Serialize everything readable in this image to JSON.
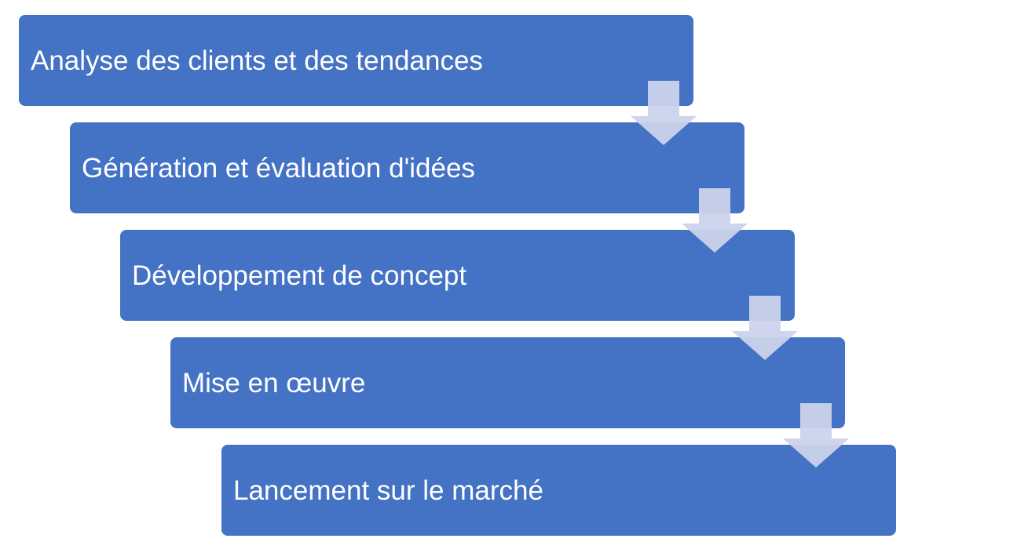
{
  "diagram": {
    "steps": [
      {
        "label": "Analyse des clients et des tendances"
      },
      {
        "label": "Génération et évaluation d'idées"
      },
      {
        "label": "Développement de concept"
      },
      {
        "label": "Mise en œuvre"
      },
      {
        "label": "Lancement sur le marché"
      }
    ],
    "colors": {
      "box_fill": "#4472c4",
      "box_text": "#ffffff",
      "arrow_fill": "#ccd3eb"
    },
    "arrow_icon": "down-arrow-icon"
  }
}
